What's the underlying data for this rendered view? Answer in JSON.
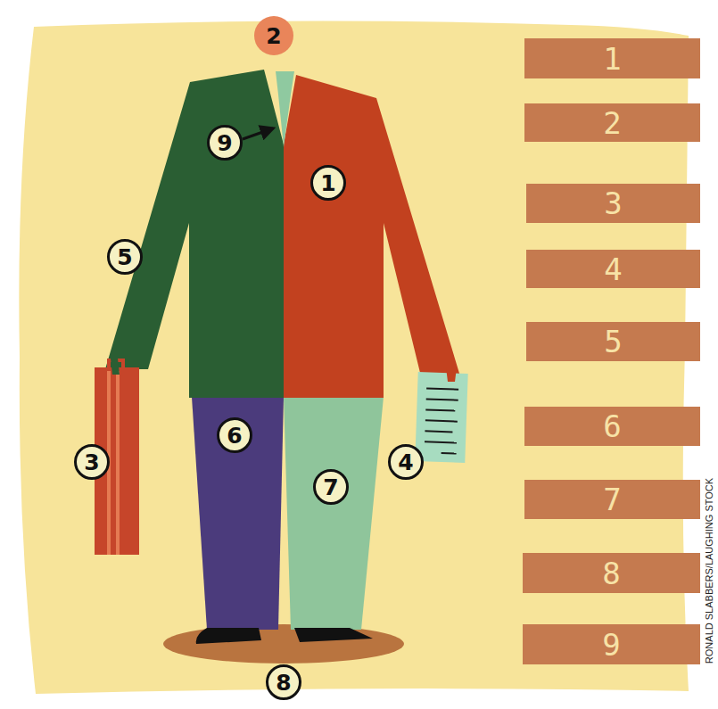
{
  "diagram": {
    "nodes": [
      {
        "text": [
          "2"
        ]
      },
      {
        "text": [
          "9"
        ]
      },
      {
        "text": [
          "1"
        ]
      },
      {
        "text": [
          "5"
        ]
      },
      {
        "text": [
          "3"
        ]
      },
      {
        "text": [
          "6"
        ]
      },
      {
        "text": [
          "4"
        ]
      },
      {
        "text": [
          "7"
        ]
      },
      {
        "text": [
          "8"
        ]
      },
      {
        "text": [
          "1"
        ]
      },
      {
        "text": [
          "2"
        ]
      },
      {
        "text": [
          "3"
        ]
      },
      {
        "text": [
          "4"
        ]
      },
      {
        "text": [
          "5"
        ]
      },
      {
        "text": [
          "6"
        ]
      },
      {
        "text": [
          "7"
        ]
      },
      {
        "text": [
          "8"
        ]
      },
      {
        "text": [
          "9"
        ]
      }
    ],
    "labels": [
      "RONALD SLABBERS/LAUGHING STOCK"
    ]
  }
}
